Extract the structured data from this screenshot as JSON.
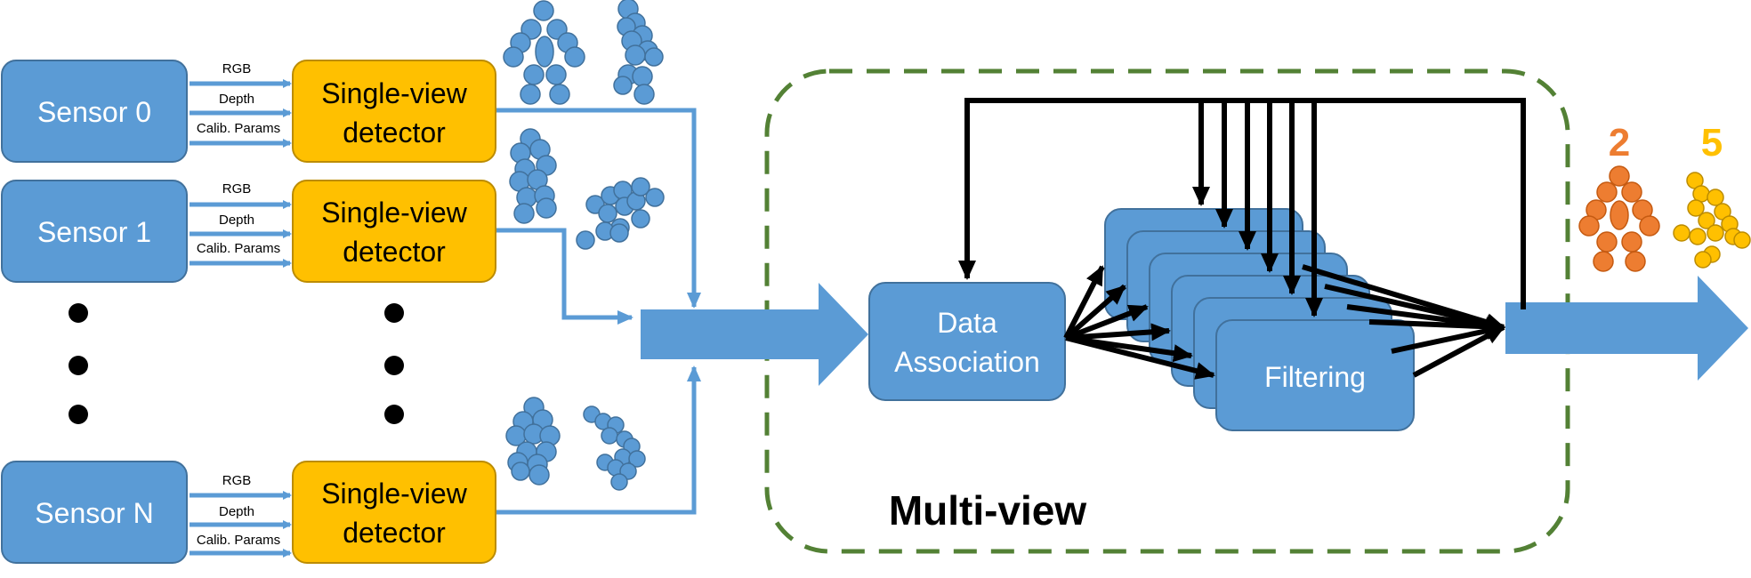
{
  "sensors": [
    {
      "label": "Sensor 0"
    },
    {
      "label": "Sensor 1"
    },
    {
      "label": "Sensor N"
    }
  ],
  "detector_label_line1": "Single-view",
  "detector_label_line2": "detector",
  "inputs": [
    "RGB",
    "Depth",
    "Calib. Params"
  ],
  "data_association": {
    "line1": "Data",
    "line2": "Association"
  },
  "filtering_label": "Filtering",
  "multi_view_label": "Multi-view",
  "output_ids": [
    {
      "value": "2",
      "color": "#ED7D31"
    },
    {
      "value": "5",
      "color": "#FFC000"
    }
  ],
  "colors": {
    "blue_fill": "#5B9BD5",
    "blue_stroke": "#41719C",
    "yellow_fill": "#FFC000",
    "yellow_stroke": "#BC8C00",
    "arrow_blue": "#5B9BD5",
    "dashed_green": "#538135",
    "orange_skeleton": "#ED7D31",
    "yellow_skeleton": "#FFC000"
  },
  "icons": [
    "skeleton-icon",
    "ellipsis-dots-icon"
  ]
}
